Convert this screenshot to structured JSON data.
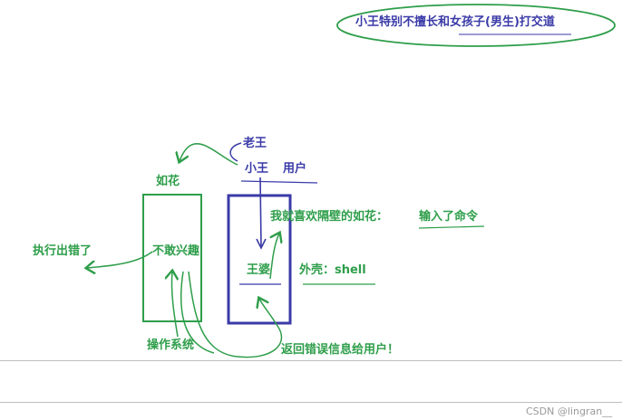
{
  "title": "小王特别不擅长和女孩子(男生)打交道",
  "labels": {
    "laowang": "老王",
    "xiaowang": "小王",
    "user": "用户",
    "ruhua": "如花",
    "not_interested": "不敢兴趣",
    "executed_error": "执行出错了",
    "like_ruhua": "我就喜欢隔壁的如花：",
    "entered_command": "输入了命令",
    "wangpo": "王婆",
    "shell_label": "外壳：shell",
    "os": "操作系统",
    "return_error": "返回错误信息给用户！"
  },
  "watermark": "CSDN @lingran__",
  "colors": {
    "green": "#2e9e4a",
    "blue": "#3a3aa8",
    "background": "#ffffff",
    "rule": "#bfbfbf"
  }
}
